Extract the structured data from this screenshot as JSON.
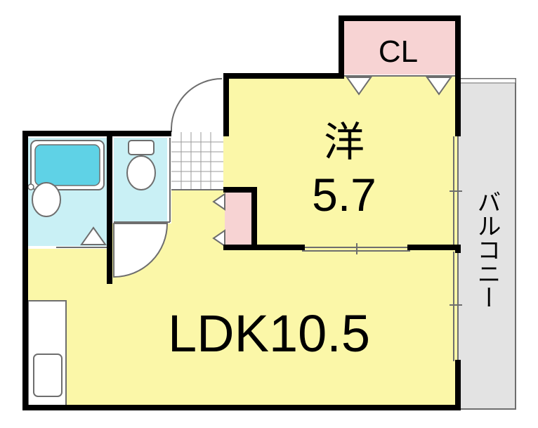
{
  "rooms": {
    "closet": {
      "label": "CL",
      "color": "#f7d3d3"
    },
    "western_room": {
      "label": "洋",
      "size": "5.7",
      "color": "#fbf7a8"
    },
    "ldk": {
      "label": "LDK10.5",
      "color": "#fbf7a8"
    },
    "balcony": {
      "label": "バルコニー",
      "color": "#e3e3e3"
    },
    "bathroom": {
      "color": "#c9f0f5",
      "tub_color": "#5fd2e6"
    },
    "toilet": {
      "color": "#c9f0f5"
    },
    "entrance": {
      "color": "#ffffff"
    },
    "storage": {
      "color": "#f7d3d3"
    }
  },
  "colors": {
    "wall": "#000000",
    "thin_line": "#6e6e6e"
  }
}
